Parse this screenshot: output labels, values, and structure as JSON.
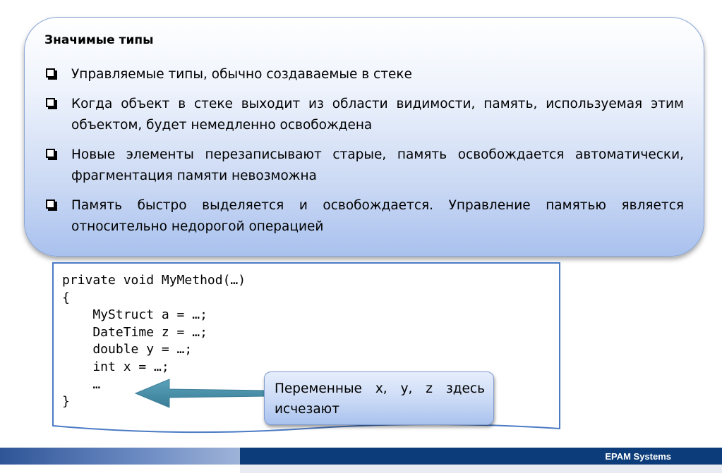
{
  "slide": {
    "title": "Значимые типы",
    "bullets": [
      {
        "text": "Управляемые типы, обычно создаваемые в стеке"
      },
      {
        "text": "Когда объект в стеке выходит из области видимости, память, используемая этим объектом, будет немедленно освобождена"
      },
      {
        "text": "Новые элементы перезаписывают старые, память освобождается автоматически, фрагментация памяти невозможна"
      },
      {
        "text": "Память быстро выделяется и освобождается. Управление памятью является относительно недорогой операцией"
      }
    ]
  },
  "code": {
    "lines": [
      "private void MyMethod(…)",
      "{",
      "    MyStruct a = …;",
      "    DateTime z = …;",
      "    double y = …;",
      "    int x = …;",
      "    …",
      "}"
    ]
  },
  "callout": {
    "text": "Переменные x, y, z здесь исчезают"
  },
  "footer": {
    "brand": "EPAM Systems"
  },
  "colors": {
    "footer_dark": "#0c3d7a",
    "panel_border": "#8aa6d6",
    "code_border": "#4a7ac4",
    "arrow": "#4a8fa8"
  }
}
